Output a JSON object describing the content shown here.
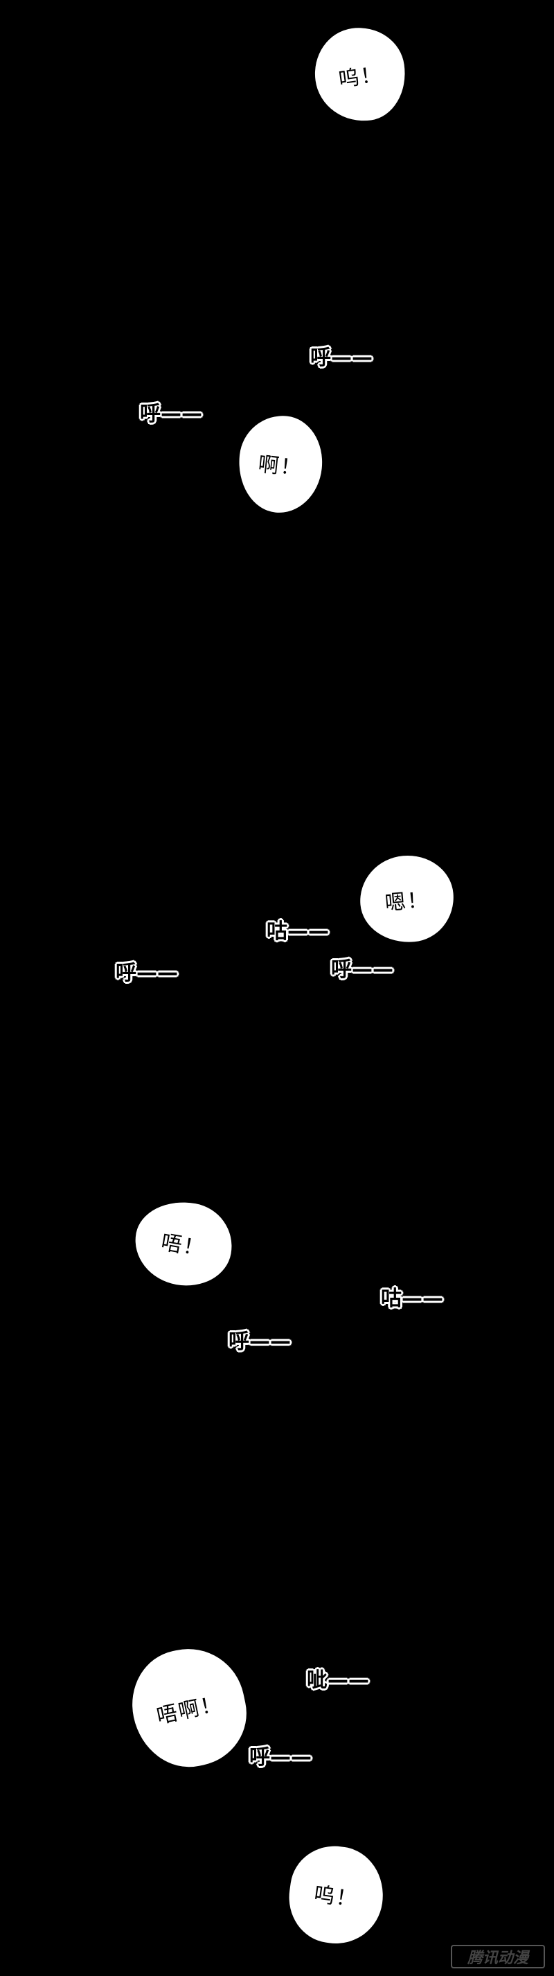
{
  "bubbles": [
    {
      "text": "呜！"
    },
    {
      "text": "啊！"
    },
    {
      "text": "嗯！"
    },
    {
      "text": "唔！"
    },
    {
      "text": "唔啊！"
    },
    {
      "text": "呜！"
    }
  ],
  "sfx": [
    {
      "text": "呼——"
    },
    {
      "text": "呼——"
    },
    {
      "text": "咕——"
    },
    {
      "text": "呼——"
    },
    {
      "text": "呼——"
    },
    {
      "text": "咕——"
    },
    {
      "text": "呼——"
    },
    {
      "text": "呲——"
    },
    {
      "text": "呼——"
    }
  ],
  "watermark": {
    "text": "腾讯动漫"
  },
  "colors": {
    "background": "#000000",
    "bubble": "#ffffff",
    "text": "#000000"
  }
}
